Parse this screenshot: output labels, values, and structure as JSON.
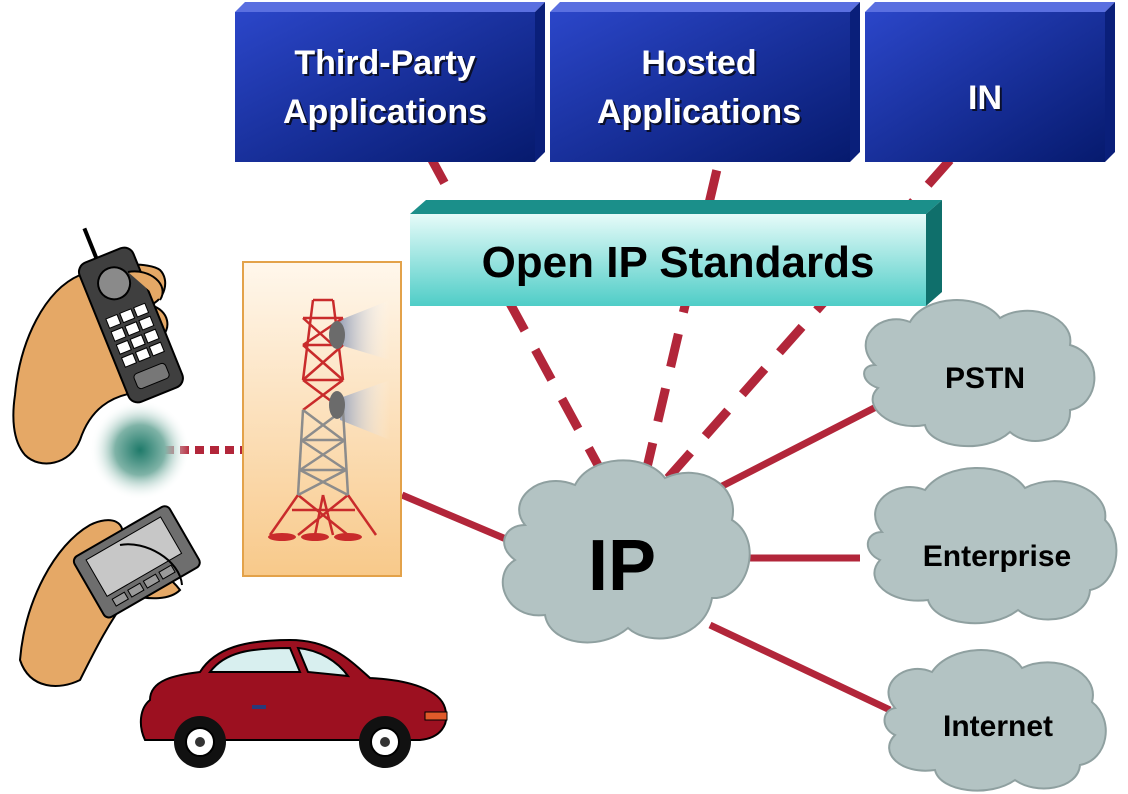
{
  "boxes": {
    "third_party": {
      "line1": "Third-Party",
      "line2": "Applications"
    },
    "hosted": {
      "line1": "Hosted",
      "line2": "Applications"
    },
    "in": {
      "label": "IN"
    }
  },
  "standards_bar": {
    "label": "Open IP Standards"
  },
  "core": {
    "label": "IP"
  },
  "clouds": {
    "pstn": {
      "label": "PSTN"
    },
    "enterprise": {
      "label": "Enterprise"
    },
    "internet": {
      "label": "Internet"
    }
  },
  "colors": {
    "box_blue_dark": "#061a6e",
    "box_blue_light": "#2b46c9",
    "bar_teal": "#5fd6d0",
    "link_red": "#b2263a",
    "cloud_gray": "#b3c3c3",
    "tower_panel": "#f8c98a",
    "car_red": "#9c1020"
  }
}
